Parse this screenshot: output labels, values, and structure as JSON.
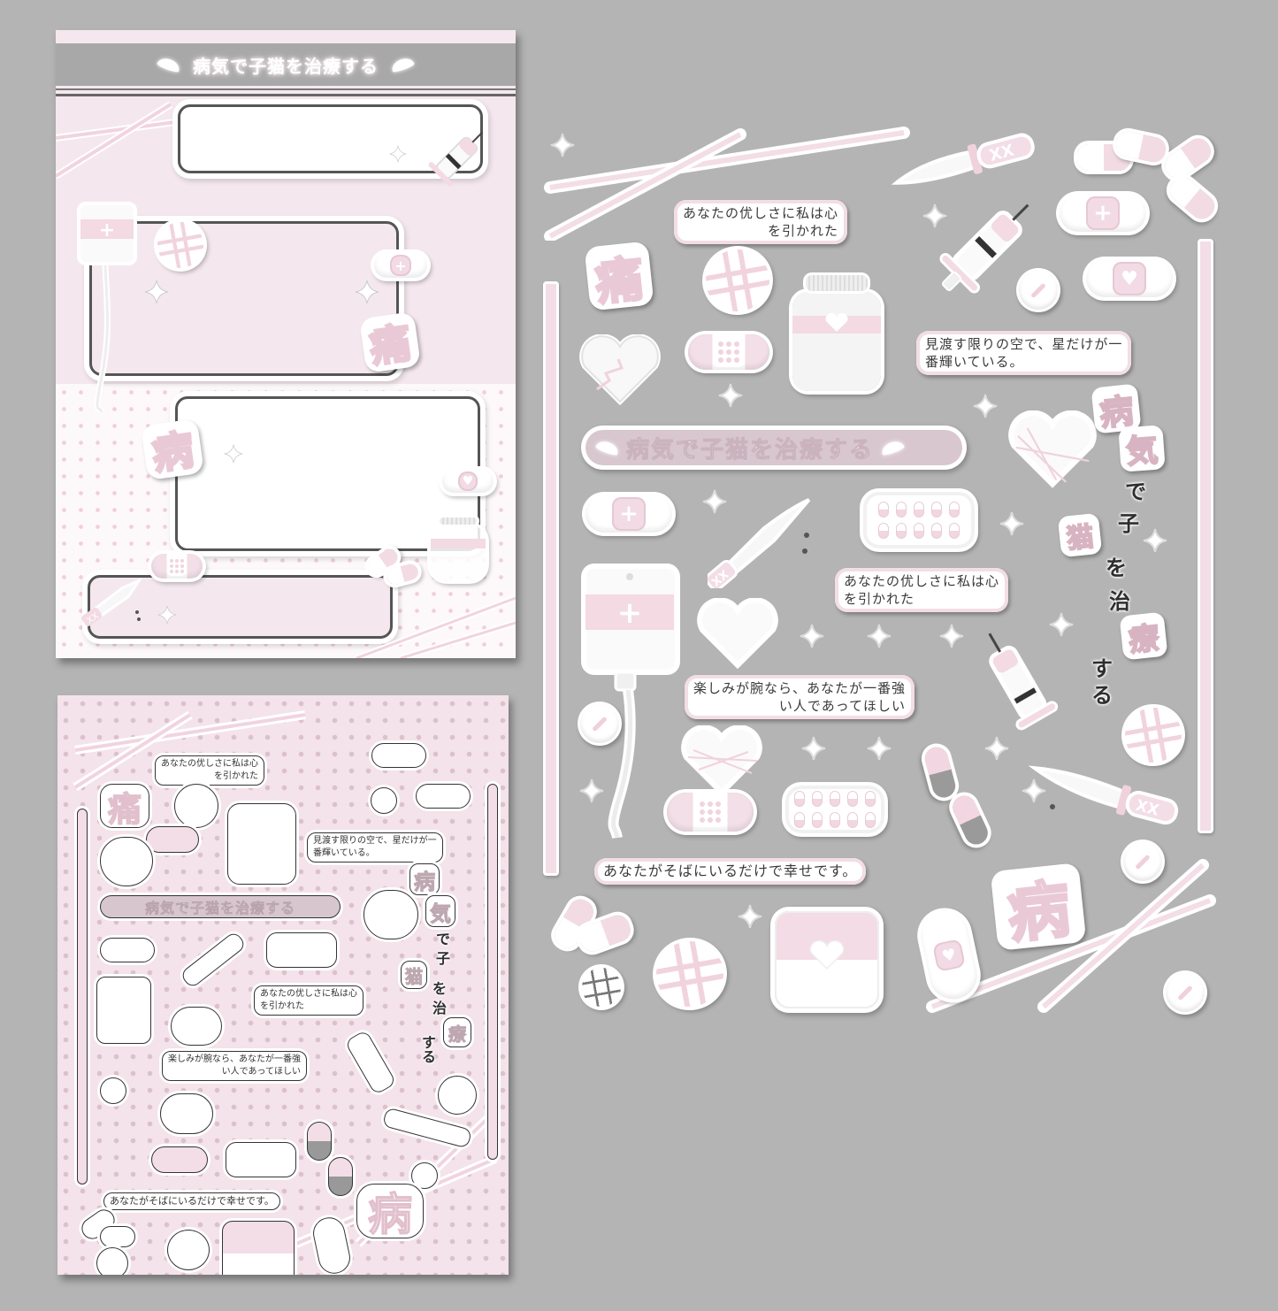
{
  "product": {
    "title": "病気で子猫を治療する",
    "colors": {
      "background": "#b4b4b4",
      "pink": "#f3dde6",
      "pink_dark": "#e6c8d4",
      "memo_bg": "#f4e8ee",
      "header_gray": "#a8a8a8",
      "text": "#333333",
      "white": "#ffffff"
    }
  },
  "memo_pad": {
    "header_title": "病気で子猫を治療する",
    "decor_icons": [
      "wing-icon",
      "syringe-icon",
      "iv-bag-icon",
      "waffle-bandage-icon",
      "bandage-cross-icon",
      "sparkle-icon",
      "kanji-pain",
      "kanji-sick",
      "bandage-heart-icon",
      "pill-jar-icon",
      "capsule-icon",
      "bandage-dots-icon",
      "knife-icon"
    ],
    "kanji": {
      "pain": "痛",
      "sick": "病"
    },
    "frames": [
      "frame-1",
      "frame-2",
      "frame-3",
      "frame-4"
    ]
  },
  "sticker_sheet": {
    "phrases": {
      "p1_line1": "あなたの优しさに私は心",
      "p1_line2": "を引かれた",
      "p2_line1": "見渡す限りの空で、星だけが一",
      "p2_line2": "番輝いている。",
      "p3_line1": "あなたの优しさに私は心",
      "p3_line2": "を引かれた",
      "p4_line1": "楽しみが腕なら、あなたが一番強",
      "p4_line2": "い人であってほしい",
      "p5": "あなたがそばにいるだけで幸せです。"
    },
    "banner": "病気で子猫を治療する",
    "kanji": {
      "pain": "痛",
      "sick": "病",
      "v_sick": "病",
      "v_ki": "気",
      "v_de": "で",
      "v_ko": "子",
      "v_neko": "猫",
      "v_wo": "を",
      "v_ji": "治",
      "v_ryo": "療",
      "v_su": "す",
      "v_ru": "る"
    },
    "icons": [
      "sparkle-icon",
      "knife-icon",
      "capsule-icon",
      "syringe-icon",
      "bandage-cross-icon",
      "bandage-heart-icon",
      "tablet-icon",
      "waffle-icon",
      "pill-jar-icon",
      "broken-heart-icon",
      "wrapped-heart-icon",
      "pill-card-icon",
      "iv-bag-icon",
      "heart-icon",
      "first-aid-kit-icon",
      "stick-icon"
    ]
  },
  "preview_sheet": {
    "p1_line1": "あなたの优しさに私は心",
    "p1_line2": "を引かれた",
    "p2_line1": "見渡す限りの空で、星だけが一",
    "p2_line2": "番輝いている。",
    "p3_line1": "あなたの优しさに私は心",
    "p3_line2": "を引かれた",
    "p4_line1": "楽しみが腕なら、あなたが一番強",
    "p4_line2": "い人であってほしい",
    "p5": "あなたがそばにいるだけで幸せです。",
    "banner": "病気で子猫を治療する",
    "kanji_pain": "痛",
    "kanji_sick": "病",
    "v_sick": "病",
    "v_ki": "気",
    "v_de": "で",
    "v_ko": "子",
    "v_neko": "猫",
    "v_wo": "を",
    "v_ji": "治",
    "v_ryo": "療",
    "v_suru": "する"
  }
}
